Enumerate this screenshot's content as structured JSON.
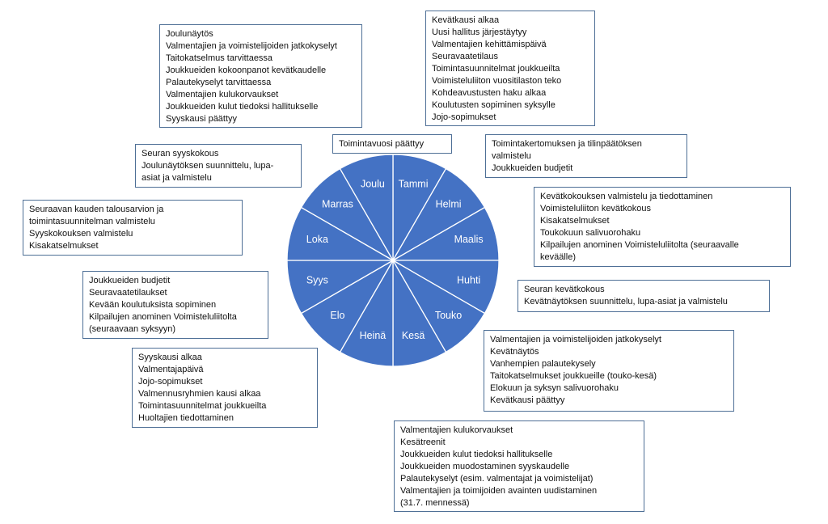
{
  "wheel": {
    "fill_color": "#4472c4",
    "divider_color": "#ffffff",
    "months": [
      "Tammi",
      "Helmi",
      "Maalis",
      "Huhti",
      "Touko",
      "Kesä",
      "Heinä",
      "Elo",
      "Syys",
      "Loka",
      "Marras",
      "Joulu"
    ]
  },
  "title_box": {
    "text": "Toimintavuosi päättyy"
  },
  "boxes": {
    "december": [
      "Joulunäytös",
      "Valmentajien ja voimistelijoiden jatkokyselyt",
      "Taitokatselmus tarvittaessa",
      "Joukkueiden kokoonpanot kevätkaudelle",
      "Palautekyselyt tarvittaessa",
      "Valmentajien kulukorvaukset",
      "Joukkueiden kulut tiedoksi hallitukselle",
      "Syyskausi päättyy"
    ],
    "january": [
      "Kevätkausi alkaa",
      "Uusi hallitus järjestäytyy",
      "Valmentajien kehittämispäivä",
      "Seuravaatetilaus",
      "Toimintasuunnitelmat joukkueilta",
      "Voimisteluliiton vuositilaston teko",
      "Kohdeavustusten haku alkaa",
      "Koulutusten sopiminen syksylle",
      "Jojo-sopimukset"
    ],
    "february": [
      "Toimintakertomuksen ja tilinpäätöksen",
      "valmistelu",
      "Joukkueiden budjetit"
    ],
    "march": [
      "Kevätkokouksen valmistelu ja tiedottaminen",
      "Voimisteluliiton kevätkokous",
      "Kisakatselmukset",
      "Toukokuun salivuorohaku",
      "Kilpailujen anominen Voimisteluliitolta (seuraavalle",
      "keväälle)"
    ],
    "april": [
      "Seuran kevätkokous",
      "Kevätnäytöksen suunnittelu, lupa-asiat ja valmistelu"
    ],
    "may": [
      "Valmentajien ja voimistelijoiden jatkokyselyt",
      "Kevätnäytös",
      "Vanhempien palautekysely",
      "Taitokatselmukset joukkueille (touko-kesä)",
      "Elokuun ja syksyn salivuorohaku",
      "Kevätkausi päättyy"
    ],
    "june": [
      "Valmentajien kulukorvaukset",
      "Kesätreenit",
      "Joukkueiden kulut tiedoksi hallitukselle",
      "Joukkueiden muodostaminen syyskaudelle",
      "Palautekyselyt (esim. valmentajat ja voimistelijat)",
      "Valmentajien ja toimijoiden avainten uudistaminen",
      "(31.7. mennessä)"
    ],
    "august": [
      "Syyskausi alkaa",
      "Valmentajapäivä",
      "Jojo-sopimukset",
      "Valmennusryhmien kausi alkaa",
      "Toimintasuunnitelmat joukkueilta",
      "Huoltajien tiedottaminen"
    ],
    "september": [
      "Joukkueiden budjetit",
      "Seuravaatetilaukset",
      "Kevään koulutuksista sopiminen",
      "Kilpailujen anominen Voimisteluliitolta",
      "(seuraavaan syksyyn)"
    ],
    "october": [
      "Seuraavan kauden talousarvion ja",
      "toimintasuunnitelman valmistelu",
      "Syyskokouksen valmistelu",
      "Kisakatselmukset"
    ],
    "november": [
      "Seuran syyskokous",
      "Joulunäytöksen suunnittelu, lupa-",
      "asiat ja valmistelu"
    ]
  }
}
